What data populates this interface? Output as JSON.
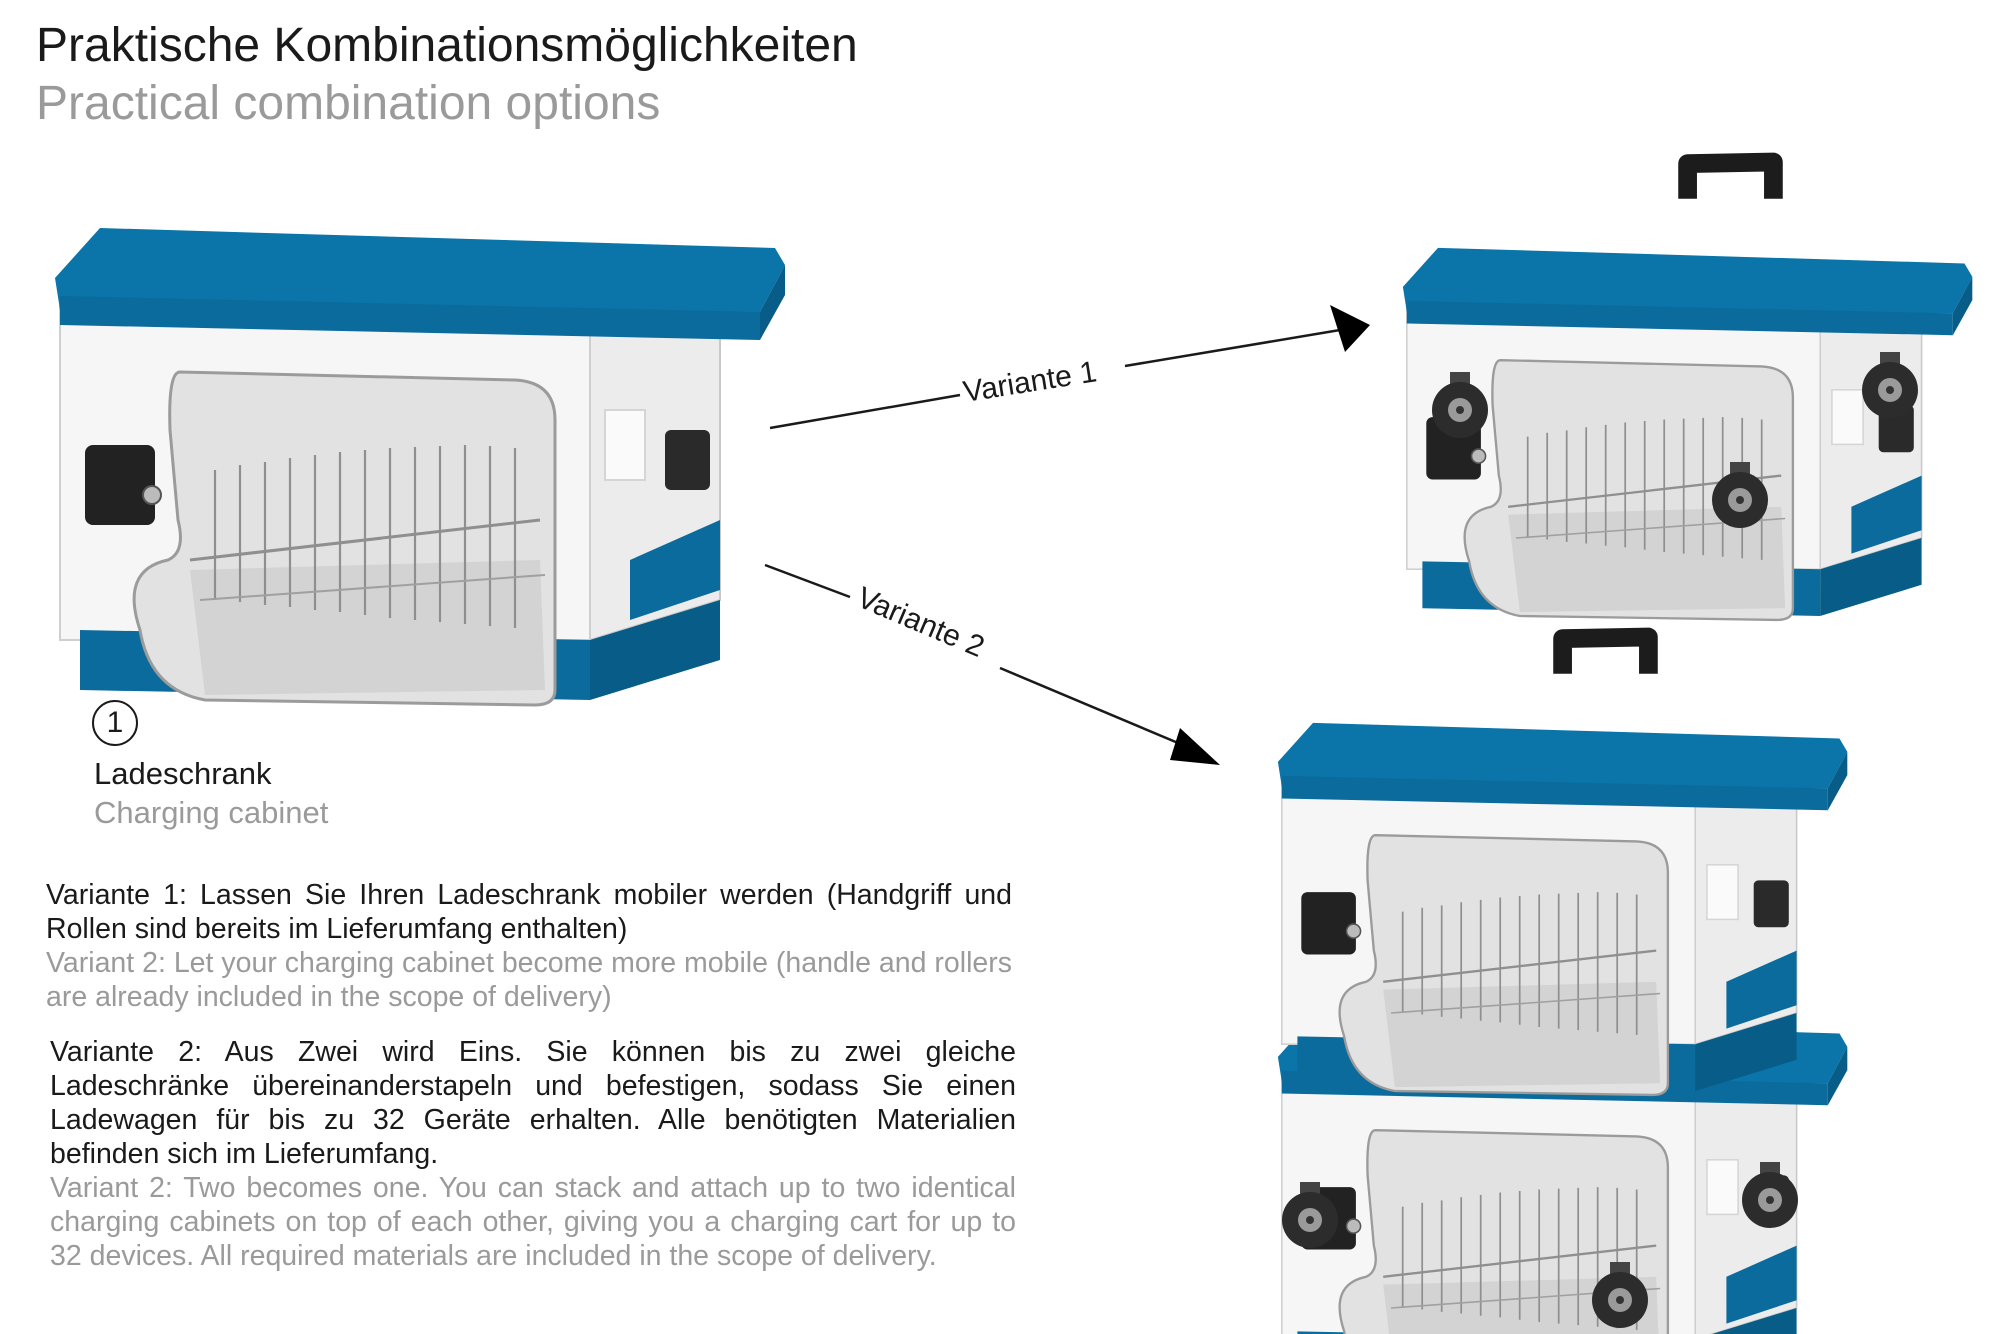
{
  "header": {
    "title_de": "Praktische Kombinationsmöglichkeiten",
    "title_en": "Practical combination options"
  },
  "product": {
    "number": "1",
    "name_de": "Ladeschrank",
    "name_en": "Charging cabinet"
  },
  "arrows": {
    "variant1_label": "Variante 1",
    "variant2_label": "Variante 2"
  },
  "descriptions": {
    "variant1_de": "Variante 1: Lassen Sie Ihren Ladeschrank mobiler werden (Handgriff und Rollen sind bereits im Lieferumfang enthalten)",
    "variant1_en": "Variant 2: Let your charging cabinet become more mobile (handle and rollers are already included in the scope of delivery)",
    "variant2_de": "Variante 2: Aus Zwei wird Eins. Sie können bis zu zwei gleiche Ladeschränke übereinanderstapeln und befestigen, sodass Sie einen Ladewagen für bis zu 32 Geräte erhalten. Alle benötigten Materialien befinden sich im Lieferumfang.",
    "variant2_en": "Variant 2: Two becomes one. You can stack and attach up to two identical charging cabinets on top of each other, giving you a charging cart for up to 32 devices. All required materials are included in the scope of delivery."
  },
  "colors": {
    "cabinet_blue": "#0b74a8",
    "cabinet_blue_dark": "#075d87",
    "cabinet_white": "#f4f4f4",
    "text_primary": "#1a1a1a",
    "text_secondary": "#9a9a9a"
  }
}
